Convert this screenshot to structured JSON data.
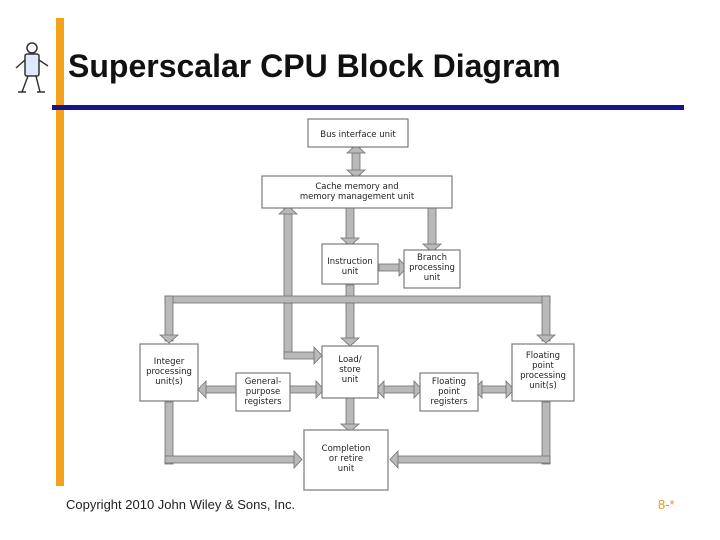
{
  "title": "Superscalar CPU Block Diagram",
  "footer": {
    "copyright": "Copyright 2010 John Wiley & Sons, Inc.",
    "slide_number": "8-*"
  },
  "diagram": {
    "bus_interface": [
      "Bus interface unit"
    ],
    "cache_memory": [
      "Cache memory and",
      "memory management unit"
    ],
    "instruction": [
      "Instruction",
      "unit"
    ],
    "branch": [
      "Branch",
      "processing",
      "unit"
    ],
    "integer": [
      "Integer",
      "processing",
      "unit(s)"
    ],
    "general_registers": [
      "General-",
      "purpose",
      "registers"
    ],
    "load_store": [
      "Load/",
      "store",
      "unit"
    ],
    "fp_registers": [
      "Floating",
      "point",
      "registers"
    ],
    "fp_unit": [
      "Floating",
      "point",
      "processing",
      "unit(s)"
    ],
    "completion": [
      "Completion",
      "or retire",
      "unit"
    ]
  },
  "colors": {
    "accent_bar": "#f4a21c",
    "rule": "#16168c",
    "slide_number": "#d79b1d"
  }
}
